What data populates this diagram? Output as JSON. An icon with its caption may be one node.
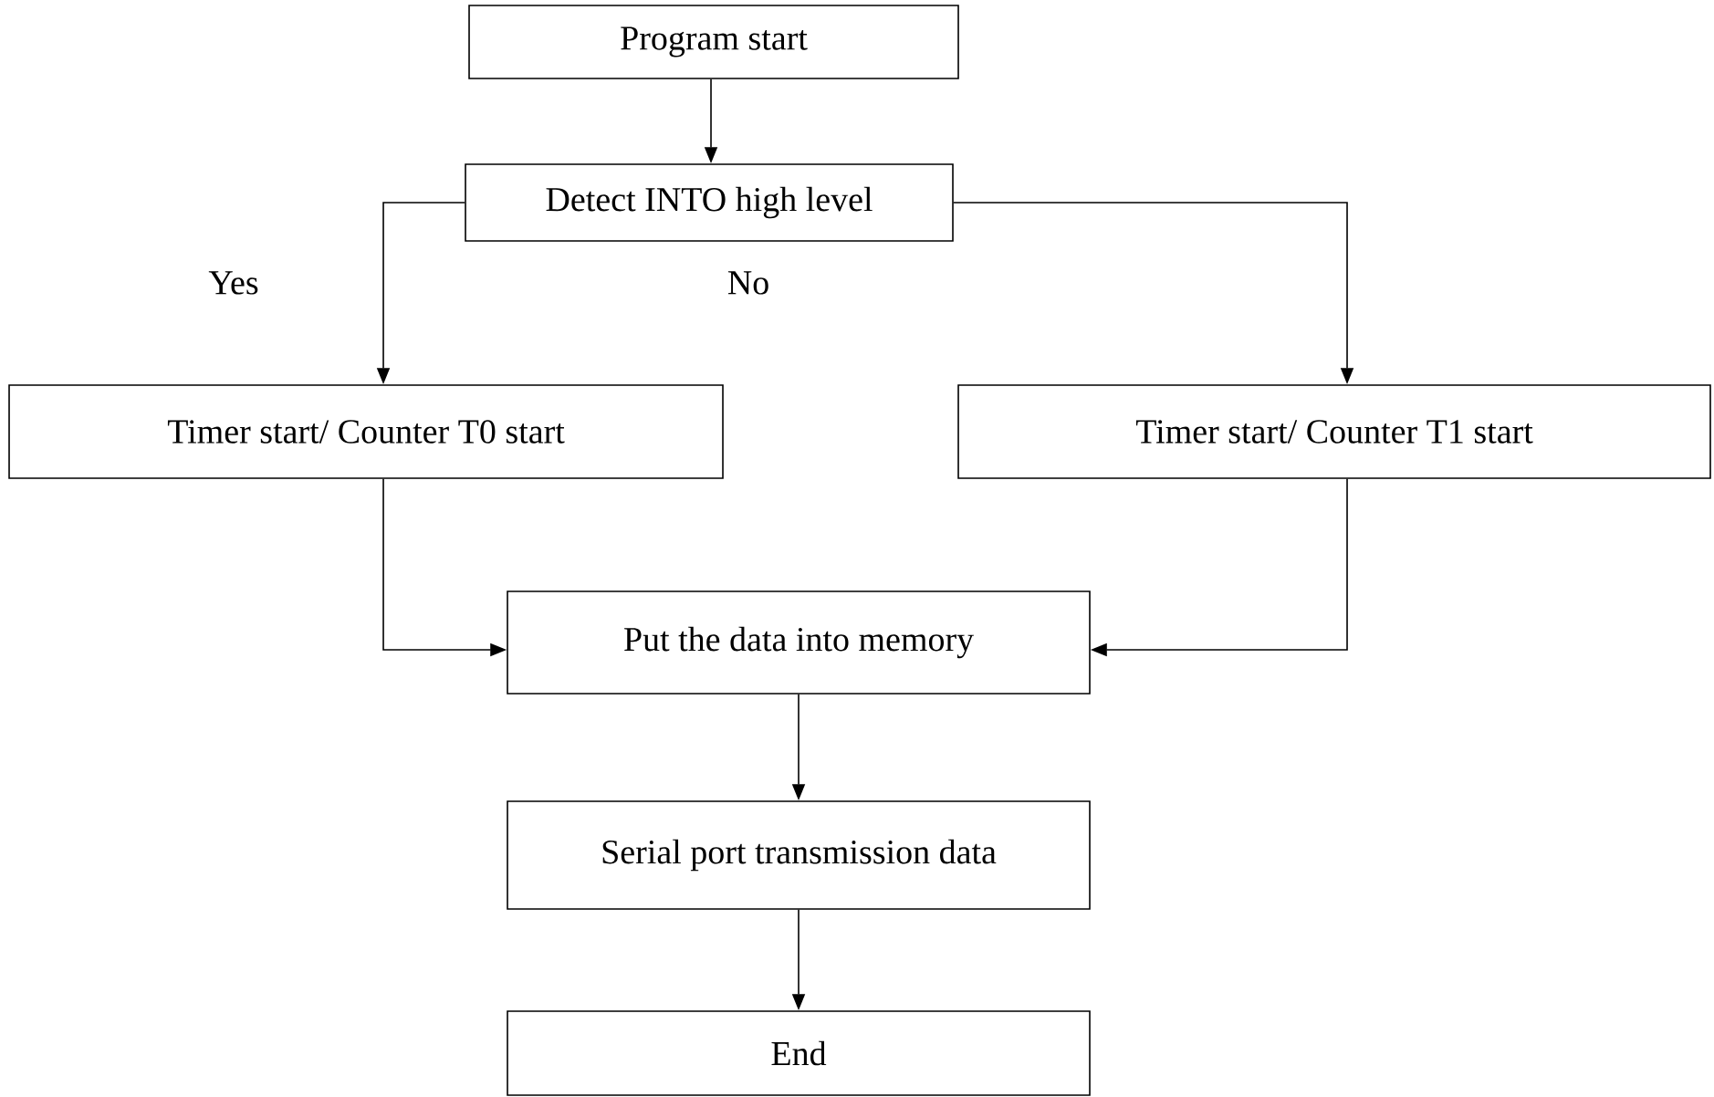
{
  "diagram": {
    "nodes": [
      {
        "text": [
          "Program start"
        ]
      },
      {
        "text": [
          "Detect INTO high level"
        ]
      },
      {
        "text": [
          "Timer start/ Counter T0 start"
        ]
      },
      {
        "text": [
          "Timer start/ Counter T1 start"
        ]
      },
      {
        "text": [
          "Put the data into memory"
        ]
      },
      {
        "text": [
          "Serial port transmission data"
        ]
      },
      {
        "text": [
          "End"
        ]
      }
    ],
    "edges": [
      {
        "from": 0,
        "to": 1,
        "arrow": "to"
      },
      {
        "from": 1,
        "to": 2,
        "arrow": "to"
      },
      {
        "from": 1,
        "to": 3,
        "arrow": "to"
      },
      {
        "from": 2,
        "to": 4,
        "arrow": "to"
      },
      {
        "from": 3,
        "to": 4,
        "arrow": "to"
      },
      {
        "from": 4,
        "to": 5,
        "arrow": "to"
      },
      {
        "from": 5,
        "to": 6,
        "arrow": "to"
      }
    ],
    "labels": [
      "Yes",
      "No"
    ]
  }
}
